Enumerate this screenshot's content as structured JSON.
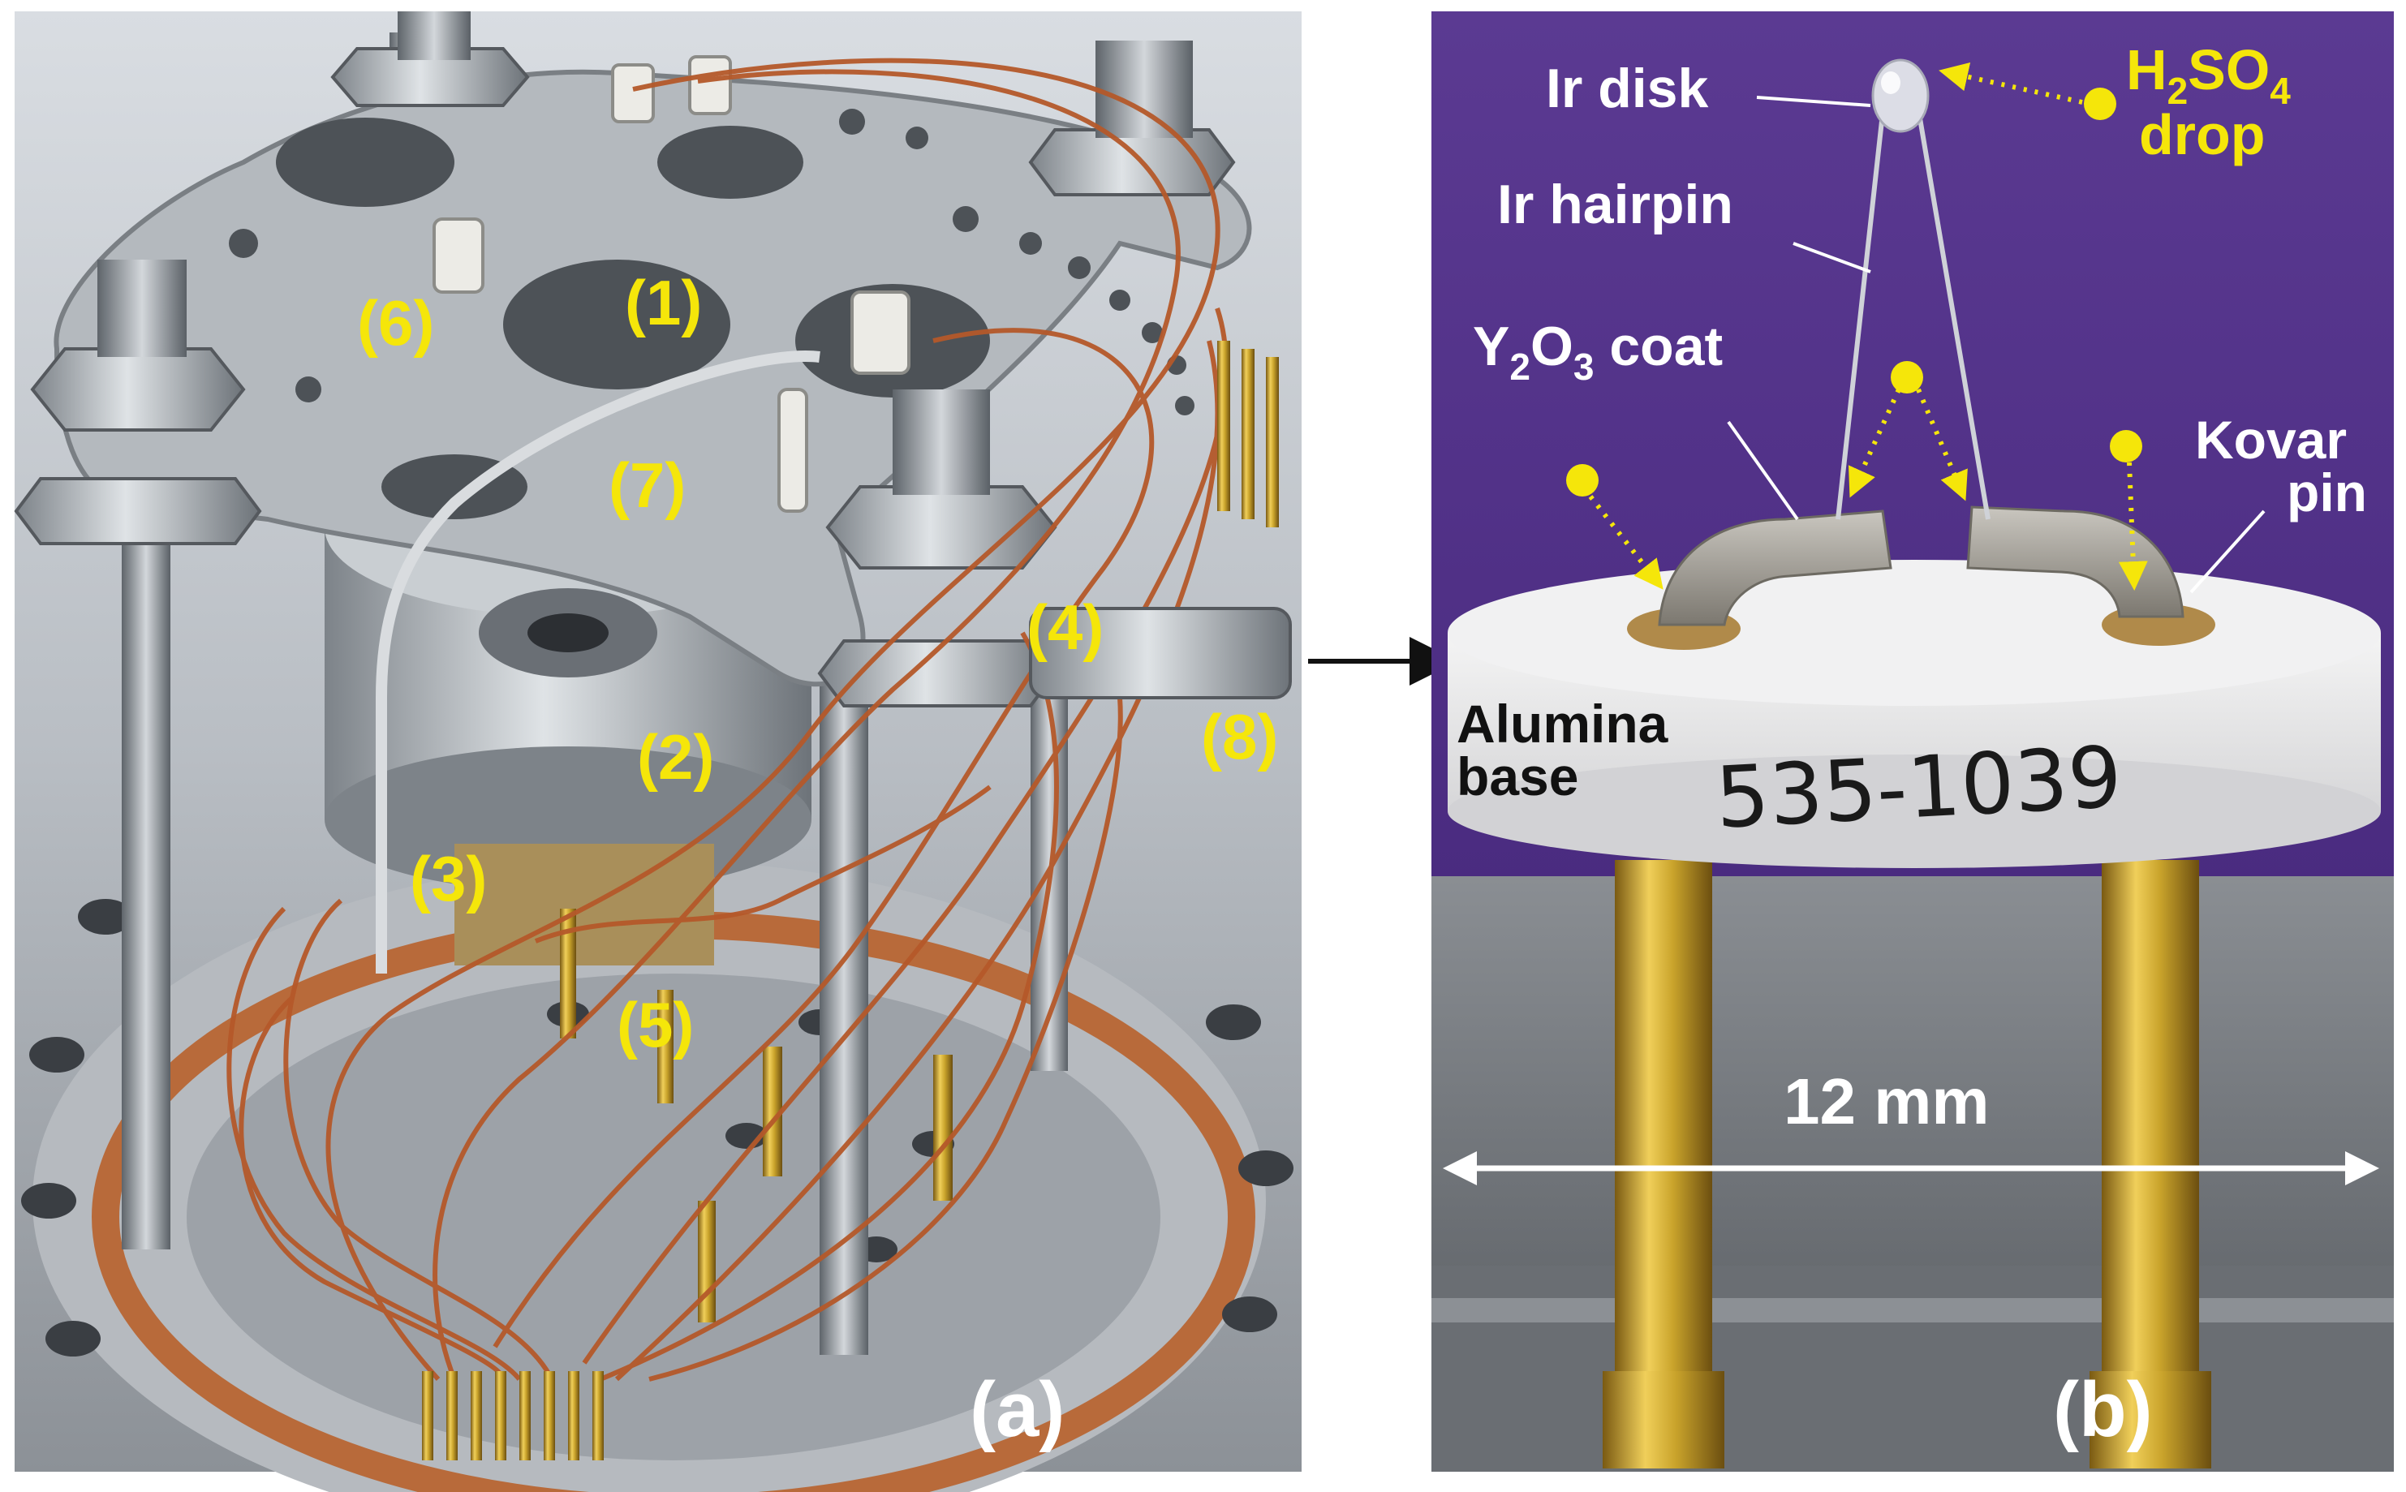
{
  "panel_a": {
    "panel_label": "(a)",
    "component_labels": [
      "(1)",
      "(2)",
      "(3)",
      "(4)",
      "(5)",
      "(6)",
      "(7)",
      "(8)"
    ]
  },
  "panel_b": {
    "panel_label": "(b)",
    "ir_disk": "Ir disk",
    "h2so4_main": "H",
    "h2so4_sub1": "2",
    "h2so4_mid": "SO",
    "h2so4_sub2": "4",
    "drop": "drop",
    "ir_hairpin": "Ir hairpin",
    "y2o3_main1": "Y",
    "y2o3_sub1": "2",
    "y2o3_main2": "O",
    "y2o3_sub2": "3",
    "y2o3_coat": " coat",
    "kovar": "Kovar",
    "pin": "pin",
    "alumina": "Alumina",
    "base": "base",
    "sample_id": "535-1039",
    "scale": "12 mm"
  },
  "colors": {
    "label_yellow": "#f5e60a",
    "copper_wire": "#b5592a",
    "purple_background": "#4f2f86",
    "gold_pin": "#c9a32b"
  }
}
